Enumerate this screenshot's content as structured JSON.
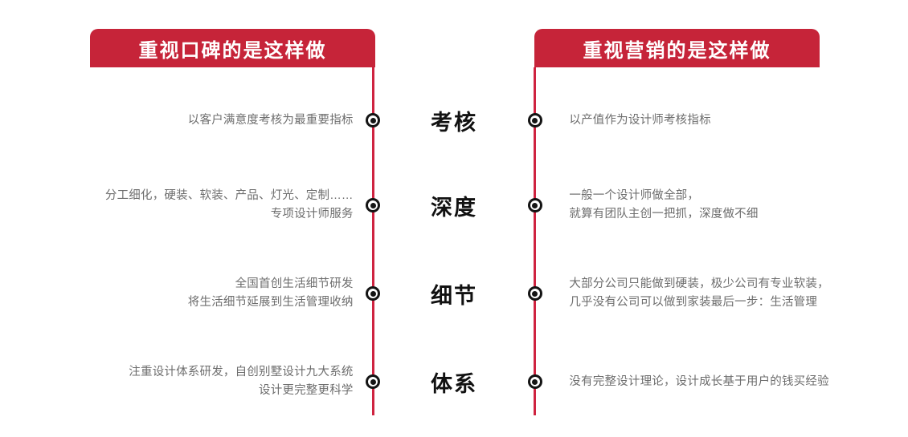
{
  "headers": {
    "left": "重视口碑的是这样做",
    "right": "重视营销的是这样做"
  },
  "colors": {
    "banner_red": "#c62439",
    "rail_red": "#cf2340",
    "body_text": "#6d6d6d",
    "center_label": "#111111",
    "marker": "#141414",
    "background": "#ffffff"
  },
  "rows": [
    {
      "label": "考核",
      "left": [
        "以客户满意度考核为最重要指标"
      ],
      "right": [
        "以产值作为设计师考核指标"
      ]
    },
    {
      "label": "深度",
      "left": [
        "分工细化，硬装、软装、产品、灯光、定制……",
        "专项设计师服务"
      ],
      "right": [
        "一般一个设计师做全部，",
        "就算有团队主创一把抓，深度做不细"
      ]
    },
    {
      "label": "细节",
      "left": [
        "全国首创生活细节研发",
        "将生活细节延展到生活管理收纳"
      ],
      "right": [
        "大部分公司只能做到硬装，极少公司有专业软装，",
        "几乎没有公司可以做到家装最后一步：生活管理"
      ]
    },
    {
      "label": "体系",
      "left": [
        "注重设计体系研发，自创别墅设计九大系统",
        "设计更完整更科学"
      ],
      "right": [
        "没有完整设计理论，设计成长基于用户的钱买经验"
      ]
    }
  ],
  "icons": {
    "marker": "bullseye-dot-icon"
  }
}
